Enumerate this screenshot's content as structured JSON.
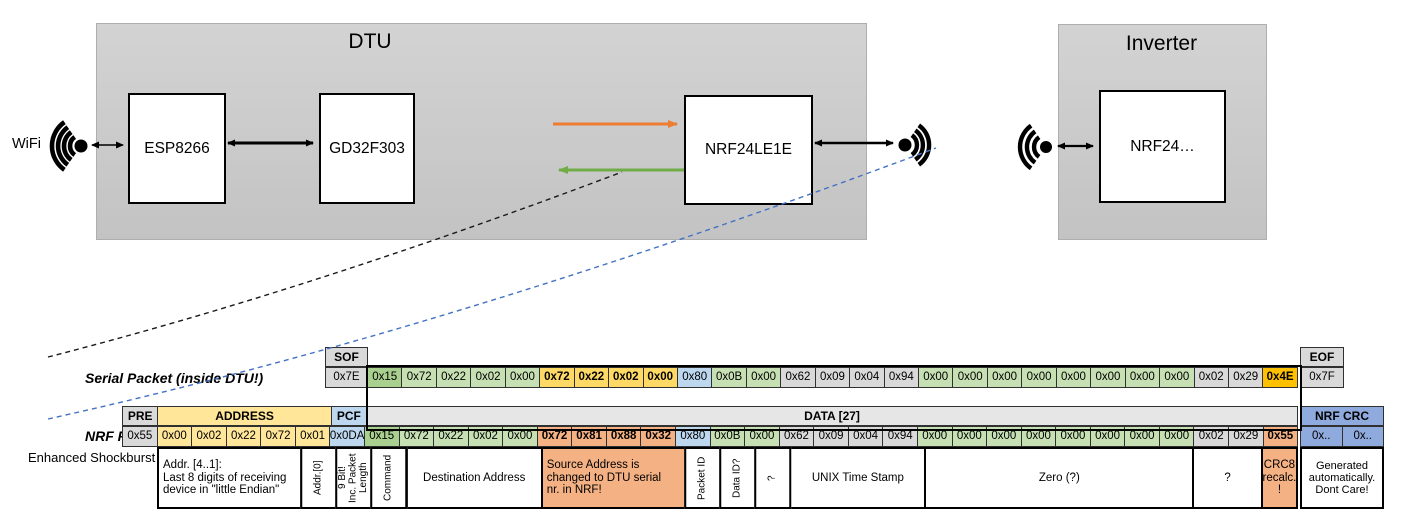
{
  "colors": {
    "gray": "#D9D9D9",
    "lightgray": "#E7E6E6",
    "yellow": "#FFE699",
    "gold": "#FFD966",
    "goldbright": "#FFC000",
    "blue": "#BDD7EE",
    "bluemed": "#8FAADC",
    "greenmed": "#A9D08E",
    "green": "#C6E0B4",
    "salmon": "#F4B183",
    "white": "#FFFFFF",
    "orange_arrow": "#ED7D31",
    "green_arrow": "#70AD47",
    "dash_blue": "#4472C4",
    "dash_black": "#1a1a1a"
  },
  "diagram": {
    "wifi_label": "WiFi",
    "dtu": {
      "title": "DTU",
      "esp": "ESP8266",
      "gd": "GD32F303",
      "nrf": "NRF24LE1E"
    },
    "inverter": {
      "title": "Inverter",
      "nrf": "NRF24…"
    }
  },
  "serial_packet": {
    "label": "Serial Packet (inside DTU!)",
    "sof_header": "SOF",
    "sof_value": "0x7E",
    "eof_header": "EOF",
    "eof_value": "0x7F",
    "bytes": [
      {
        "t": "0x15",
        "c": "greenmed"
      },
      {
        "t": "0x72",
        "c": "green"
      },
      {
        "t": "0x22",
        "c": "green"
      },
      {
        "t": "0x02",
        "c": "green"
      },
      {
        "t": "0x00",
        "c": "green"
      },
      {
        "t": "0x72",
        "c": "gold",
        "b": 1
      },
      {
        "t": "0x22",
        "c": "gold",
        "b": 1
      },
      {
        "t": "0x02",
        "c": "gold",
        "b": 1
      },
      {
        "t": "0x00",
        "c": "gold",
        "b": 1
      },
      {
        "t": "0x80",
        "c": "blue"
      },
      {
        "t": "0x0B",
        "c": "green"
      },
      {
        "t": "0x00",
        "c": "green"
      },
      {
        "t": "0x62",
        "c": "gray"
      },
      {
        "t": "0x09",
        "c": "gray"
      },
      {
        "t": "0x04",
        "c": "gray"
      },
      {
        "t": "0x94",
        "c": "gray"
      },
      {
        "t": "0x00",
        "c": "green"
      },
      {
        "t": "0x00",
        "c": "green"
      },
      {
        "t": "0x00",
        "c": "green"
      },
      {
        "t": "0x00",
        "c": "green"
      },
      {
        "t": "0x00",
        "c": "green"
      },
      {
        "t": "0x00",
        "c": "green"
      },
      {
        "t": "0x00",
        "c": "green"
      },
      {
        "t": "0x00",
        "c": "green"
      },
      {
        "t": "0x02",
        "c": "gray"
      },
      {
        "t": "0x29",
        "c": "gray"
      },
      {
        "t": "0x4E",
        "c": "goldbright",
        "b": 1
      }
    ]
  },
  "nrf_packet": {
    "label": "NRF Packet",
    "sublabel": "Enhanced Shockburst",
    "pre_header": "PRE",
    "address_header": "ADDRESS",
    "pcf_header": "PCF",
    "data_header": "DATA [27]",
    "crc_header": "NRF CRC",
    "bytes": [
      {
        "t": "0x55",
        "c": "gray"
      },
      {
        "t": "0x00",
        "c": "yellow"
      },
      {
        "t": "0x02",
        "c": "yellow"
      },
      {
        "t": "0x22",
        "c": "yellow"
      },
      {
        "t": "0x72",
        "c": "yellow"
      },
      {
        "t": "0x01",
        "c": "yellow"
      },
      {
        "t": "0x0DA",
        "c": "blue"
      },
      {
        "t": "0x15",
        "c": "greenmed"
      },
      {
        "t": "0x72",
        "c": "green"
      },
      {
        "t": "0x22",
        "c": "green"
      },
      {
        "t": "0x02",
        "c": "green"
      },
      {
        "t": "0x00",
        "c": "green"
      },
      {
        "t": "0x72",
        "c": "salmon",
        "b": 1
      },
      {
        "t": "0x81",
        "c": "salmon",
        "b": 1
      },
      {
        "t": "0x88",
        "c": "salmon",
        "b": 1
      },
      {
        "t": "0x32",
        "c": "salmon",
        "b": 1
      },
      {
        "t": "0x80",
        "c": "blue"
      },
      {
        "t": "0x0B",
        "c": "green"
      },
      {
        "t": "0x00",
        "c": "green"
      },
      {
        "t": "0x62",
        "c": "gray"
      },
      {
        "t": "0x09",
        "c": "gray"
      },
      {
        "t": "0x04",
        "c": "gray"
      },
      {
        "t": "0x94",
        "c": "gray"
      },
      {
        "t": "0x00",
        "c": "green"
      },
      {
        "t": "0x00",
        "c": "green"
      },
      {
        "t": "0x00",
        "c": "green"
      },
      {
        "t": "0x00",
        "c": "green"
      },
      {
        "t": "0x00",
        "c": "green"
      },
      {
        "t": "0x00",
        "c": "green"
      },
      {
        "t": "0x00",
        "c": "green"
      },
      {
        "t": "0x00",
        "c": "green"
      },
      {
        "t": "0x02",
        "c": "gray"
      },
      {
        "t": "0x29",
        "c": "gray"
      },
      {
        "t": "0x55",
        "c": "salmon",
        "b": 1
      }
    ],
    "crc_bytes": [
      {
        "t": "0x..",
        "c": "bluemed"
      },
      {
        "t": "0x..",
        "c": "bluemed"
      }
    ]
  },
  "annotations": {
    "cells": [
      {
        "t": "Addr. [4..1]:\nLast 8 digits of receiving\ndevice in \"little Endian\"",
        "c": "white",
        "u": 4,
        "a": "l"
      },
      {
        "t": "Addr.[0]",
        "c": "white",
        "u": 1,
        "v": 1
      },
      {
        "t": "9 Bit!\nInc. Packet\nLength",
        "c": "white",
        "u": 1,
        "v": 1
      },
      {
        "t": "Command",
        "c": "white",
        "u": 1,
        "v": 1
      },
      {
        "t": "Destination Address",
        "c": "white",
        "u": 4
      },
      {
        "t": "Source Address is\nchanged to DTU serial\nnr. in NRF!",
        "c": "salmon",
        "u": 4,
        "a": "l"
      },
      {
        "t": "Packet ID",
        "c": "white",
        "u": 1,
        "v": 1
      },
      {
        "t": "Data ID?",
        "c": "white",
        "u": 1,
        "v": 1
      },
      {
        "t": "?",
        "c": "white",
        "u": 1,
        "v": 1
      },
      {
        "t": "UNIX Time Stamp",
        "c": "white",
        "u": 4
      },
      {
        "t": "Zero (?)",
        "c": "white",
        "u": 8
      },
      {
        "t": "?",
        "c": "white",
        "u": 2
      },
      {
        "t": "CRC8\nrecalc.\n!",
        "c": "salmon",
        "u": 1
      }
    ],
    "crc_note": "Generated\nautomatically.\nDont Care!"
  }
}
